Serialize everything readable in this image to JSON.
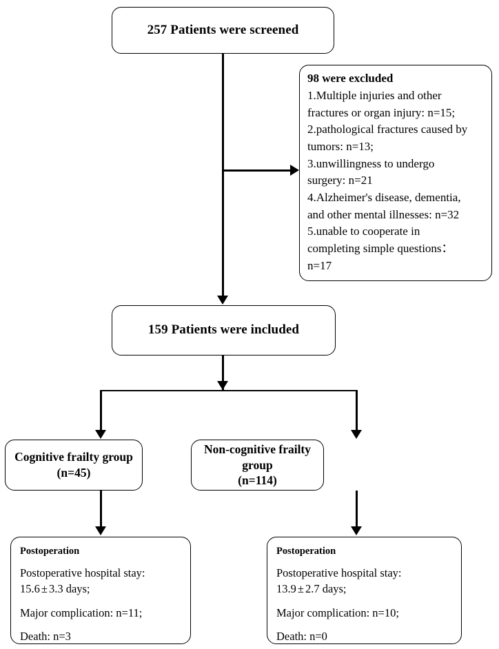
{
  "figure": {
    "type": "flow-diagram",
    "title": "Patient screening and enrollment flow chart"
  },
  "screened": {
    "label": "257 Patients were screened"
  },
  "excluded": {
    "heading": "98 were excluded",
    "lines": [
      "1.Multiple injuries and other",
      "fractures or organ injury: n=15;",
      "2.pathological fractures caused by",
      "tumors: n=13;",
      "3.unwillingness to undergo",
      "surgery: n=21",
      "4.Alzheimer's disease, dementia,",
      "and other mental illnesses: n=32",
      "5.unable to cooperate in",
      "completing simple questions：",
      "n=17"
    ]
  },
  "included": {
    "label": "159 Patients were included"
  },
  "groups": [
    {
      "name": "Cognitive frailty group",
      "count": "(n=45)"
    },
    {
      "name": "Non-cognitive frailty group",
      "count": "(n=114)"
    }
  ],
  "outcomes": [
    {
      "heading": "Postoperation",
      "stay_label": "Postoperative hospital stay:",
      "stay_value": "15.6 ± 3.3 days;",
      "stay_value_pre": "15.6",
      "stay_value_post": "3.3 days;",
      "complication": "Major  complication:  n=11;",
      "death": "Death: n=3"
    },
    {
      "heading": "Postoperation",
      "stay_label": "Postoperative hospital stay:",
      "stay_value": "13.9 ± 2.7 days;",
      "stay_value_pre": "13.9",
      "stay_value_post": "2.7 days;",
      "complication": "Major complication:  n=10;",
      "death": "Death: n=0"
    }
  ],
  "symbols": {
    "plus_minus": "±"
  },
  "colors": {
    "stroke": "#000000",
    "background": "#ffffff",
    "text": "#000000"
  }
}
